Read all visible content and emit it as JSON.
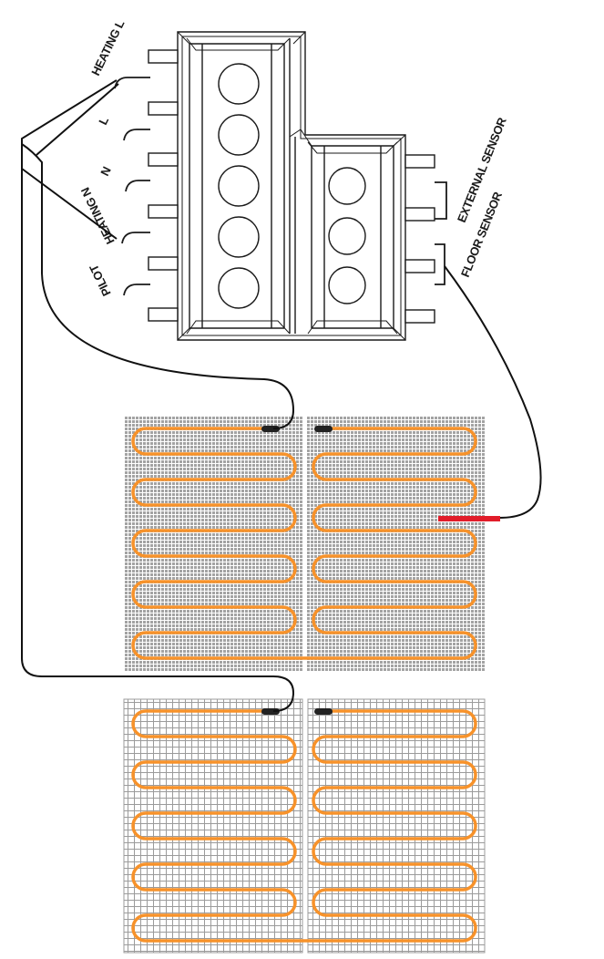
{
  "labels": {
    "heating_l": "HEATING L",
    "l": "L",
    "n": "N",
    "heating_n": "HEATING N",
    "pilot": "PILOT",
    "external_sensor": "EXTERNAL SENSOR",
    "floor_sensor": "FLOOR SENSOR"
  },
  "colors": {
    "heating_cable": "#f7922a",
    "mat_background": "#a3a3a3",
    "mat_grid": "#ffffff",
    "wire": "#111111",
    "sensor_probe": "#e11d2a",
    "cold_lead_end": "#222222"
  },
  "mats": [
    {
      "name": "upper-mat",
      "cable_loops": 5
    },
    {
      "name": "lower-mat",
      "cable_loops": 5
    }
  ]
}
